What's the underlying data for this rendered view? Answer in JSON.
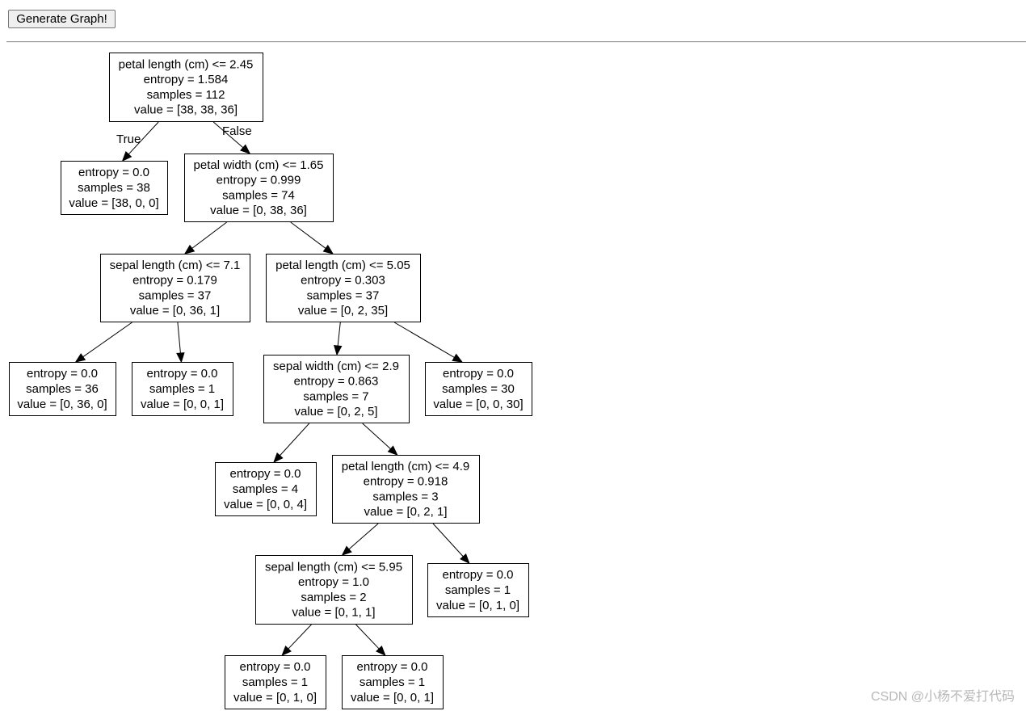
{
  "toolbar": {
    "generate_label": "Generate Graph!"
  },
  "watermark": "CSDN @小杨不爱打代码",
  "edge_labels": {
    "true_label": "True",
    "false_label": "False"
  },
  "tree": {
    "nodes": [
      {
        "id": "n0",
        "lines": [
          "petal length (cm) <= 2.45",
          "entropy = 1.584",
          "samples = 112",
          "value = [38, 38, 36]"
        ]
      },
      {
        "id": "n1",
        "lines": [
          "entropy = 0.0",
          "samples = 38",
          "value = [38, 0, 0]"
        ]
      },
      {
        "id": "n2",
        "lines": [
          "petal width (cm) <= 1.65",
          "entropy = 0.999",
          "samples = 74",
          "value = [0, 38, 36]"
        ]
      },
      {
        "id": "n3",
        "lines": [
          "sepal length (cm) <= 7.1",
          "entropy = 0.179",
          "samples = 37",
          "value = [0, 36, 1]"
        ]
      },
      {
        "id": "n4",
        "lines": [
          "petal length (cm) <= 5.05",
          "entropy = 0.303",
          "samples = 37",
          "value = [0, 2, 35]"
        ]
      },
      {
        "id": "n5",
        "lines": [
          "entropy = 0.0",
          "samples = 36",
          "value = [0, 36, 0]"
        ]
      },
      {
        "id": "n6",
        "lines": [
          "entropy = 0.0",
          "samples = 1",
          "value = [0, 0, 1]"
        ]
      },
      {
        "id": "n7",
        "lines": [
          "sepal width (cm) <= 2.9",
          "entropy = 0.863",
          "samples = 7",
          "value = [0, 2, 5]"
        ]
      },
      {
        "id": "n8",
        "lines": [
          "entropy = 0.0",
          "samples = 30",
          "value = [0, 0, 30]"
        ]
      },
      {
        "id": "n9",
        "lines": [
          "entropy = 0.0",
          "samples = 4",
          "value = [0, 0, 4]"
        ]
      },
      {
        "id": "n10",
        "lines": [
          "petal length (cm) <= 4.9",
          "entropy = 0.918",
          "samples = 3",
          "value = [0, 2, 1]"
        ]
      },
      {
        "id": "n11",
        "lines": [
          "sepal length (cm) <= 5.95",
          "entropy = 1.0",
          "samples = 2",
          "value = [0, 1, 1]"
        ]
      },
      {
        "id": "n12",
        "lines": [
          "entropy = 0.0",
          "samples = 1",
          "value = [0, 1, 0]"
        ]
      },
      {
        "id": "n13",
        "lines": [
          "entropy = 0.0",
          "samples = 1",
          "value = [0, 1, 0]"
        ]
      },
      {
        "id": "n14",
        "lines": [
          "entropy = 0.0",
          "samples = 1",
          "value = [0, 0, 1]"
        ]
      }
    ],
    "edges": [
      [
        "n0",
        "n1"
      ],
      [
        "n0",
        "n2"
      ],
      [
        "n2",
        "n3"
      ],
      [
        "n2",
        "n4"
      ],
      [
        "n3",
        "n5"
      ],
      [
        "n3",
        "n6"
      ],
      [
        "n4",
        "n7"
      ],
      [
        "n4",
        "n8"
      ],
      [
        "n7",
        "n9"
      ],
      [
        "n7",
        "n10"
      ],
      [
        "n10",
        "n11"
      ],
      [
        "n10",
        "n12"
      ],
      [
        "n11",
        "n13"
      ],
      [
        "n11",
        "n14"
      ]
    ]
  }
}
